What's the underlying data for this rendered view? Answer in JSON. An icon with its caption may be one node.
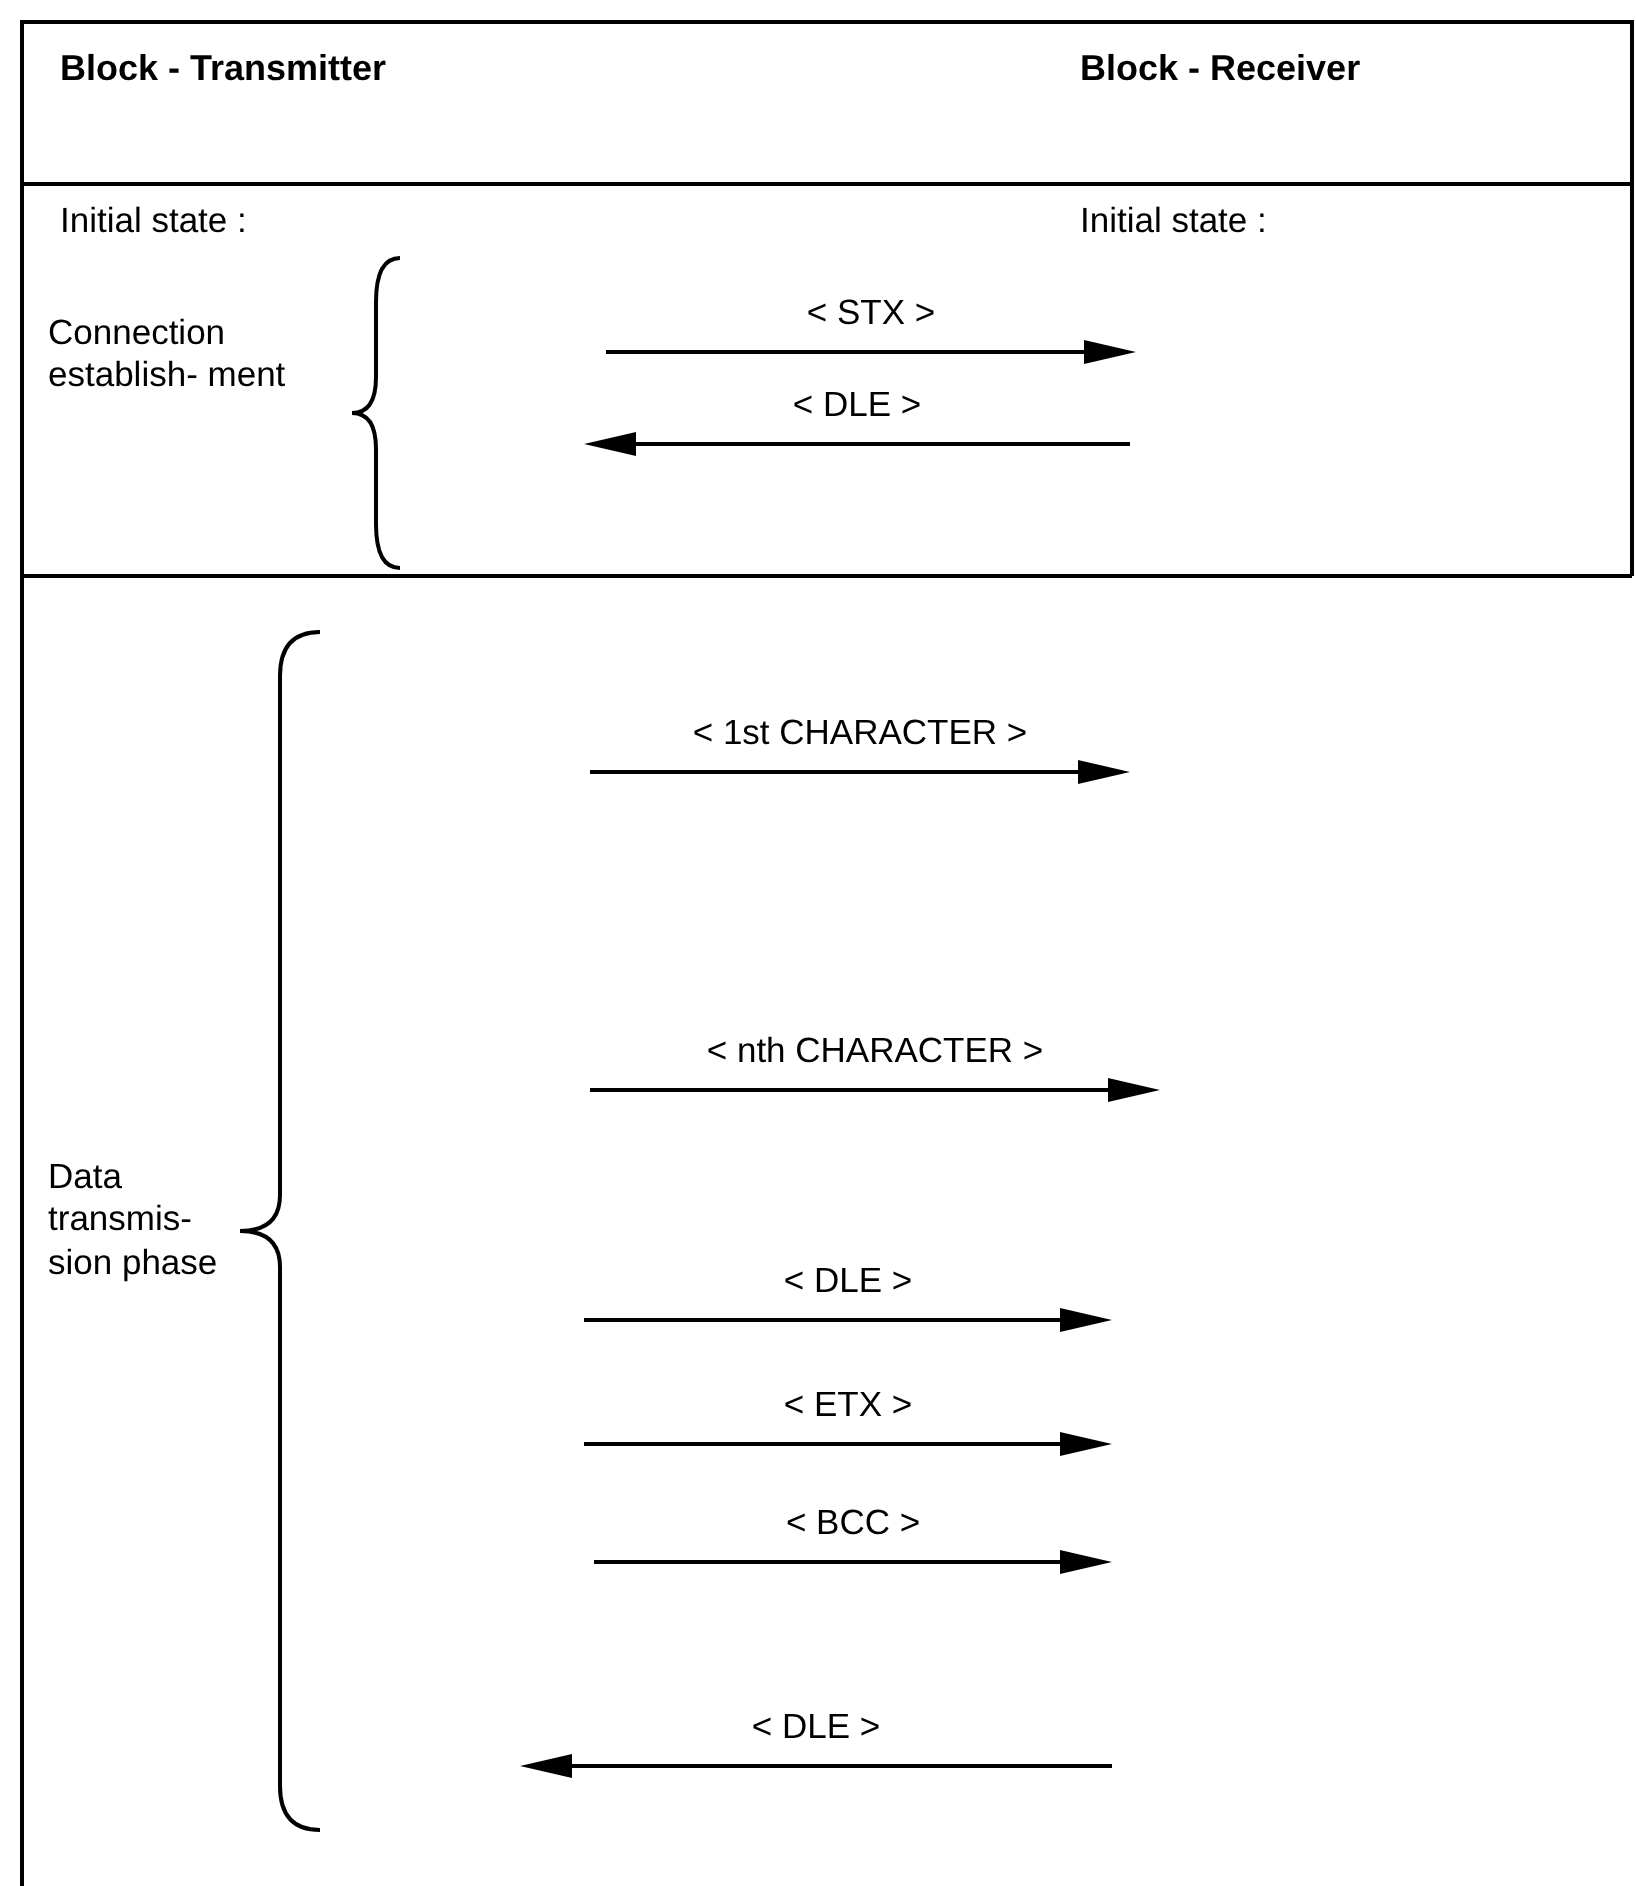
{
  "diagram": {
    "labels": [
      "Block - Transmitter",
      "Block - Receiver",
      "Initial state :",
      "Initial state :",
      "Connection establish- ment",
      "< STX >",
      "< DLE >",
      "< 1st CHARACTER >",
      "< nth CHARACTER >",
      "Data transmis- sion phase",
      "< DLE >",
      "< ETX >",
      "< BCC >",
      "< DLE >"
    ]
  }
}
